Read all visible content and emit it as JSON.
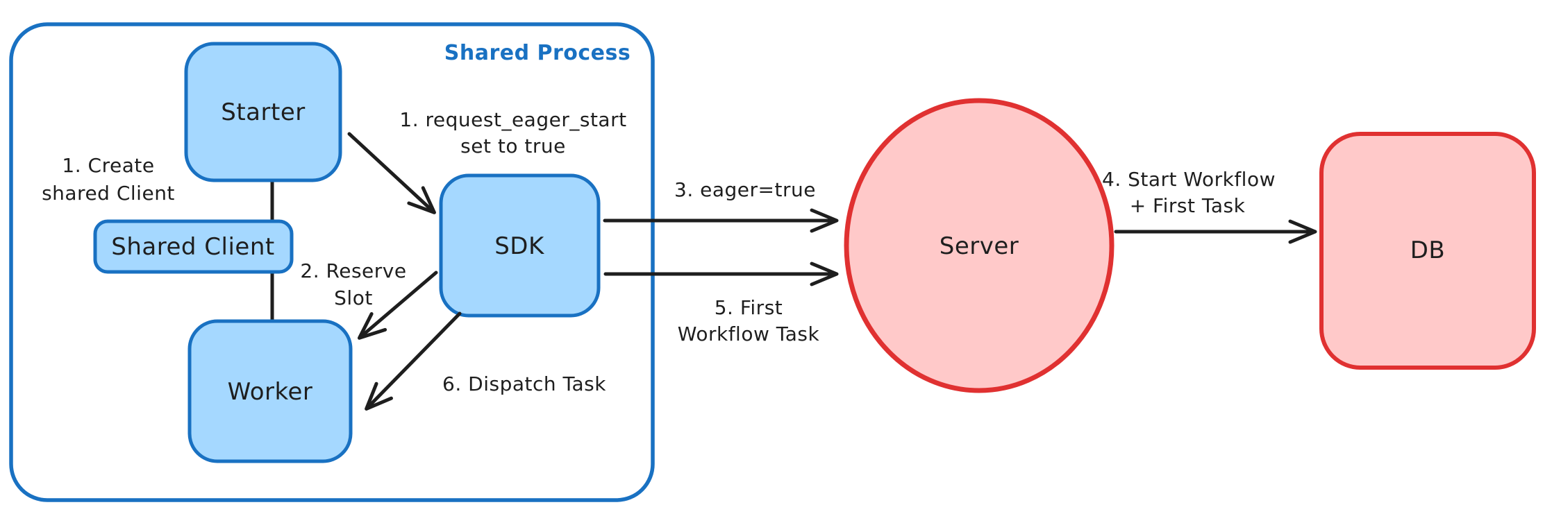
{
  "diagram": {
    "container_label": "Shared Process",
    "nodes": {
      "starter": "Starter",
      "shared_client": "Shared Client",
      "worker": "Worker",
      "sdk": "SDK",
      "server": "Server",
      "db": "DB"
    },
    "annotations": {
      "create_shared_client_line1": "1. Create",
      "create_shared_client_line2": "shared Client",
      "request_eager_start_line1": "1. request_eager_start",
      "request_eager_start_line2": "set to true",
      "reserve_slot_line1": "2. Reserve",
      "reserve_slot_line2": "Slot",
      "eager_true": "3. eager=true",
      "start_workflow_line1": "4. Start Workflow",
      "start_workflow_line2": "+ First Task",
      "first_workflow_task_line1": "5. First",
      "first_workflow_task_line2": "Workflow Task",
      "dispatch_task": "6. Dispatch Task"
    },
    "colors": {
      "blue_stroke": "#1971c2",
      "blue_fill": "#a5d8ff",
      "red_stroke": "#e03131",
      "red_fill": "#ffc9c9",
      "ink": "#1e1e1e",
      "background": "#ffffff"
    }
  }
}
